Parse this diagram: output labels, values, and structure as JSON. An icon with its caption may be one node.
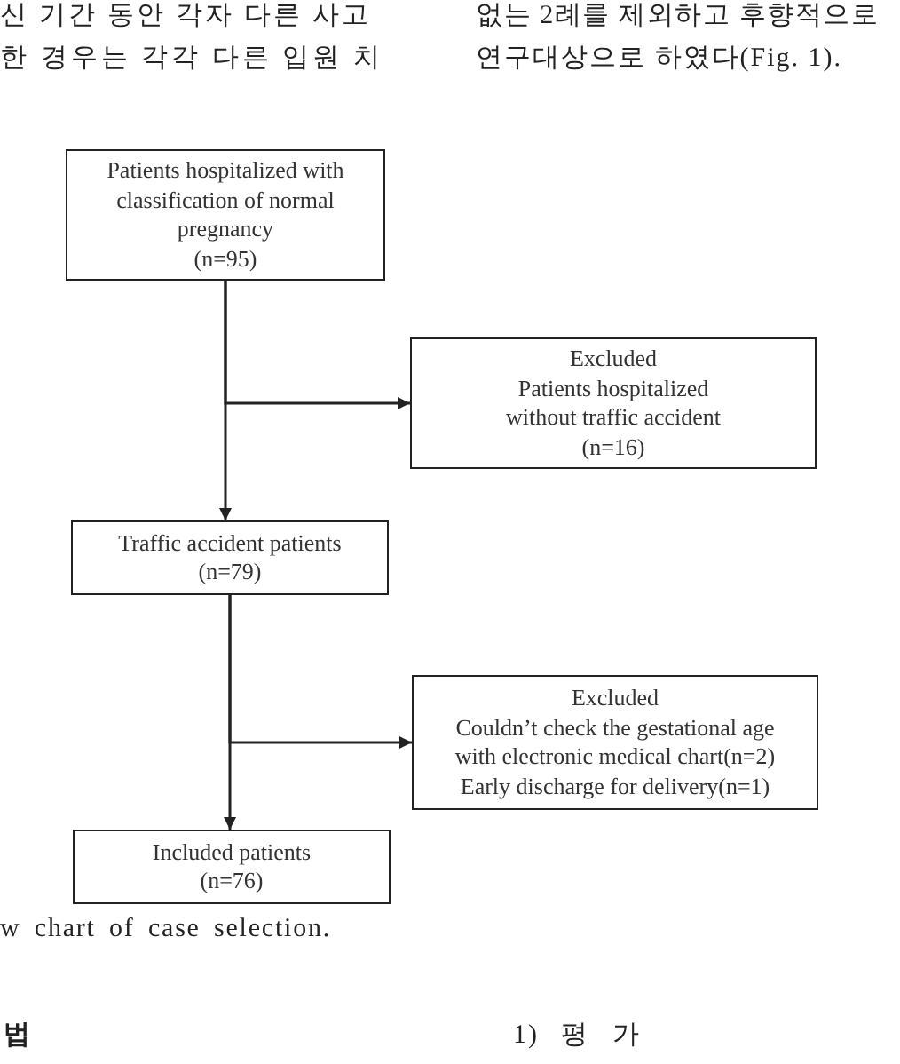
{
  "diagram": {
    "caption": "w chart of case selection.",
    "nodes": [
      {
        "text": [
          "Patients hospitalized with classification of normal pregnancy",
          "(n=95)"
        ]
      },
      {
        "text": [
          "Excluded",
          "Patients hospitalized without traffic accident",
          "(n=16)"
        ]
      },
      {
        "text": [
          "Traffic accident patients",
          "(n=79)"
        ]
      },
      {
        "text": [
          "Excluded",
          "Couldn’t check the gestational age with electronic medical chart(n=2)",
          "Early discharge for delivery(n=1)"
        ]
      },
      {
        "text": [
          "Included patients",
          "(n=76)"
        ]
      }
    ],
    "edges": [
      {
        "from": 0,
        "to": 2,
        "arrow": "to"
      },
      {
        "from": 0,
        "to": 1,
        "arrow": "to"
      },
      {
        "from": 2,
        "to": 4,
        "arrow": "to"
      },
      {
        "from": 2,
        "to": 3,
        "arrow": "to"
      }
    ],
    "labels": [
      "신 기간 동안 각자 다른 사고",
      "없는 2례를 제외하고 후향적으로",
      "한 경우는 각각 다른 입원 치",
      "연구대상으로 하였다(Fig. 1).",
      "법",
      "1) 평 가"
    ]
  }
}
